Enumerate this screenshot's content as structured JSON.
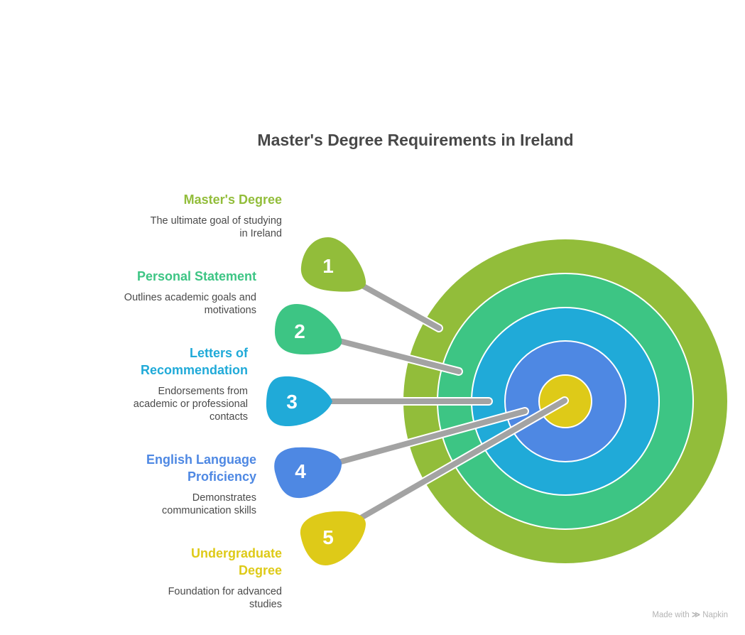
{
  "title": "Master's Degree Requirements in Ireland",
  "colors": {
    "master": "#92BD3A",
    "personal": "#3DC584",
    "letters": "#20AAD8",
    "english": "#4E88E3",
    "undergrad": "#DECA18",
    "arrow": "#A3A3A3",
    "text": "#4A4A4A"
  },
  "items": [
    {
      "number": "1",
      "label": "Master's Degree",
      "desc_line1": "The ultimate goal of studying",
      "desc_line2": "in Ireland",
      "ring": "outer"
    },
    {
      "number": "2",
      "label": "Personal Statement",
      "desc_line1": "Outlines academic goals and",
      "desc_line2": "motivations",
      "ring": "second"
    },
    {
      "number": "3",
      "label_line1": "Letters of",
      "label_line2": "Recommendation",
      "desc_line1": "Endorsements from",
      "desc_line2": "academic or professional",
      "desc_line3": "contacts",
      "ring": "third"
    },
    {
      "number": "4",
      "label_line1": "English Language",
      "label_line2": "Proficiency",
      "desc_line1": "Demonstrates",
      "desc_line2": "communication skills",
      "ring": "fourth"
    },
    {
      "number": "5",
      "label_line1": "Undergraduate",
      "label_line2": "Degree",
      "desc_line1": "Foundation for advanced",
      "desc_line2": "studies",
      "ring": "bullseye"
    }
  ],
  "footer": {
    "prefix": "Made with",
    "brand": "Napkin"
  }
}
